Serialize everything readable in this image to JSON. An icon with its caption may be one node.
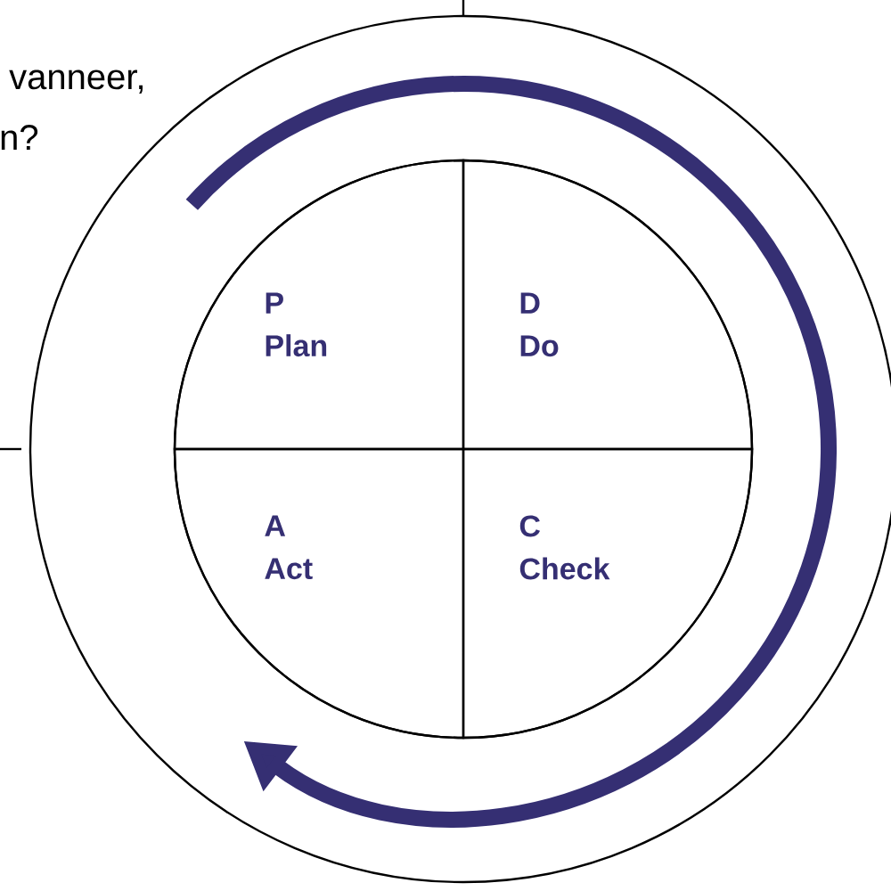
{
  "diagram": {
    "nodes": [
      {
        "text": [],
        "shape": "circle"
      },
      {
        "text": [],
        "shape": "circle",
        "in": 0
      },
      {
        "text": [
          "P",
          "Plan"
        ],
        "in": 1
      },
      {
        "text": [
          "D",
          "Do"
        ],
        "in": 1
      },
      {
        "text": [
          "A",
          "Act"
        ],
        "in": 1
      },
      {
        "text": [
          "C",
          "Check"
        ],
        "in": 1
      }
    ],
    "labels": [
      "vanneer,",
      "n?"
    ]
  }
}
